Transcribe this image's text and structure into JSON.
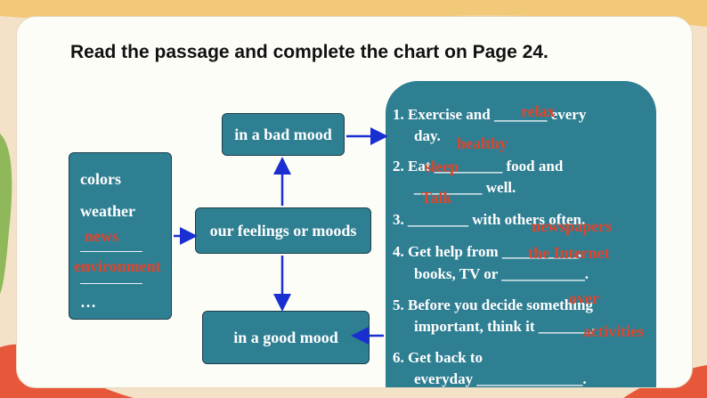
{
  "title": "Read the passage and complete the chart on Page 24.",
  "boxes": {
    "bad_mood": "in a bad mood",
    "good_mood": "in a good mood",
    "center": "our feelings or moods"
  },
  "left_list": {
    "colors": "colors",
    "weather": "weather",
    "ellipsis": "…"
  },
  "left_answers": {
    "news": "news",
    "environment": "environment"
  },
  "tips": {
    "l1a": "1. Exercise and _______ every",
    "l1b": "day.",
    "l2a": "2.  Eat _________ food and",
    "l2b": "_________ well.",
    "l3": "3. ________ with others often.",
    "l4a": "4. Get help from __________,",
    "l4b": "books, TV  or ___________.",
    "l5a": "5. Before you decide  something",
    "l5b": "important, think it _______.",
    "l6a": "6. Get back to",
    "l6b": "everyday ______________."
  },
  "answers": {
    "relax": "relax",
    "healthy": "healthy",
    "sleep": "sleep",
    "talk": "Talk",
    "newspapers": "newspapers",
    "internet": "the Internet",
    "over": "over",
    "activities": "activities"
  },
  "colors": {
    "box_fill": "#2f7f93",
    "arrow": "#1a2fd0",
    "answer": "#e0442a"
  }
}
